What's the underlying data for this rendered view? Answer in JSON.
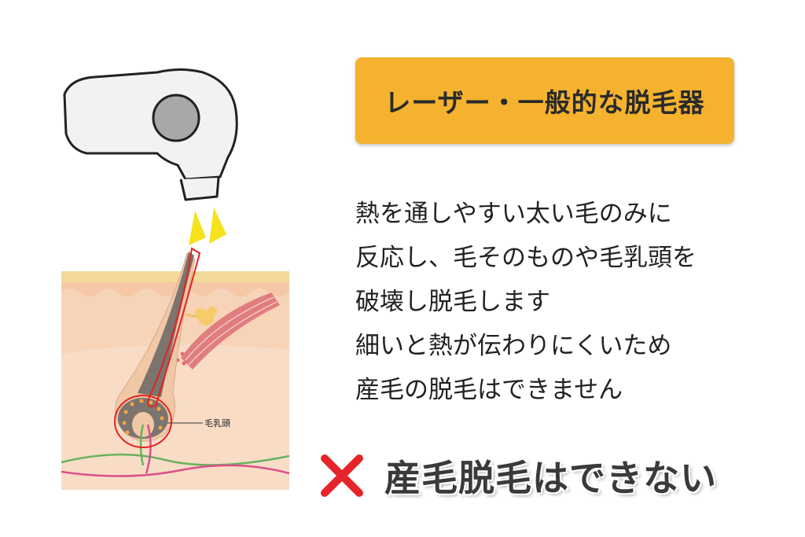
{
  "title": "レーザー・一般的な脱毛器",
  "description_lines": [
    "熱を通しやすい太い毛のみに",
    "反応し、毛そのものや毛乳頭を",
    "破壊し脱毛します",
    "細いと熱が伝わりにくいため",
    "産毛の脱毛はできません"
  ],
  "verdict": "産毛脱毛はできない",
  "diagram_label": "毛乳頭",
  "colors": {
    "title_bg": "#f4b22e",
    "cross": "#e5252a",
    "skin": "#f7d3b8",
    "top_layer": "#f3d99a",
    "hair": "#7c746e",
    "highlight": "#e02424"
  }
}
